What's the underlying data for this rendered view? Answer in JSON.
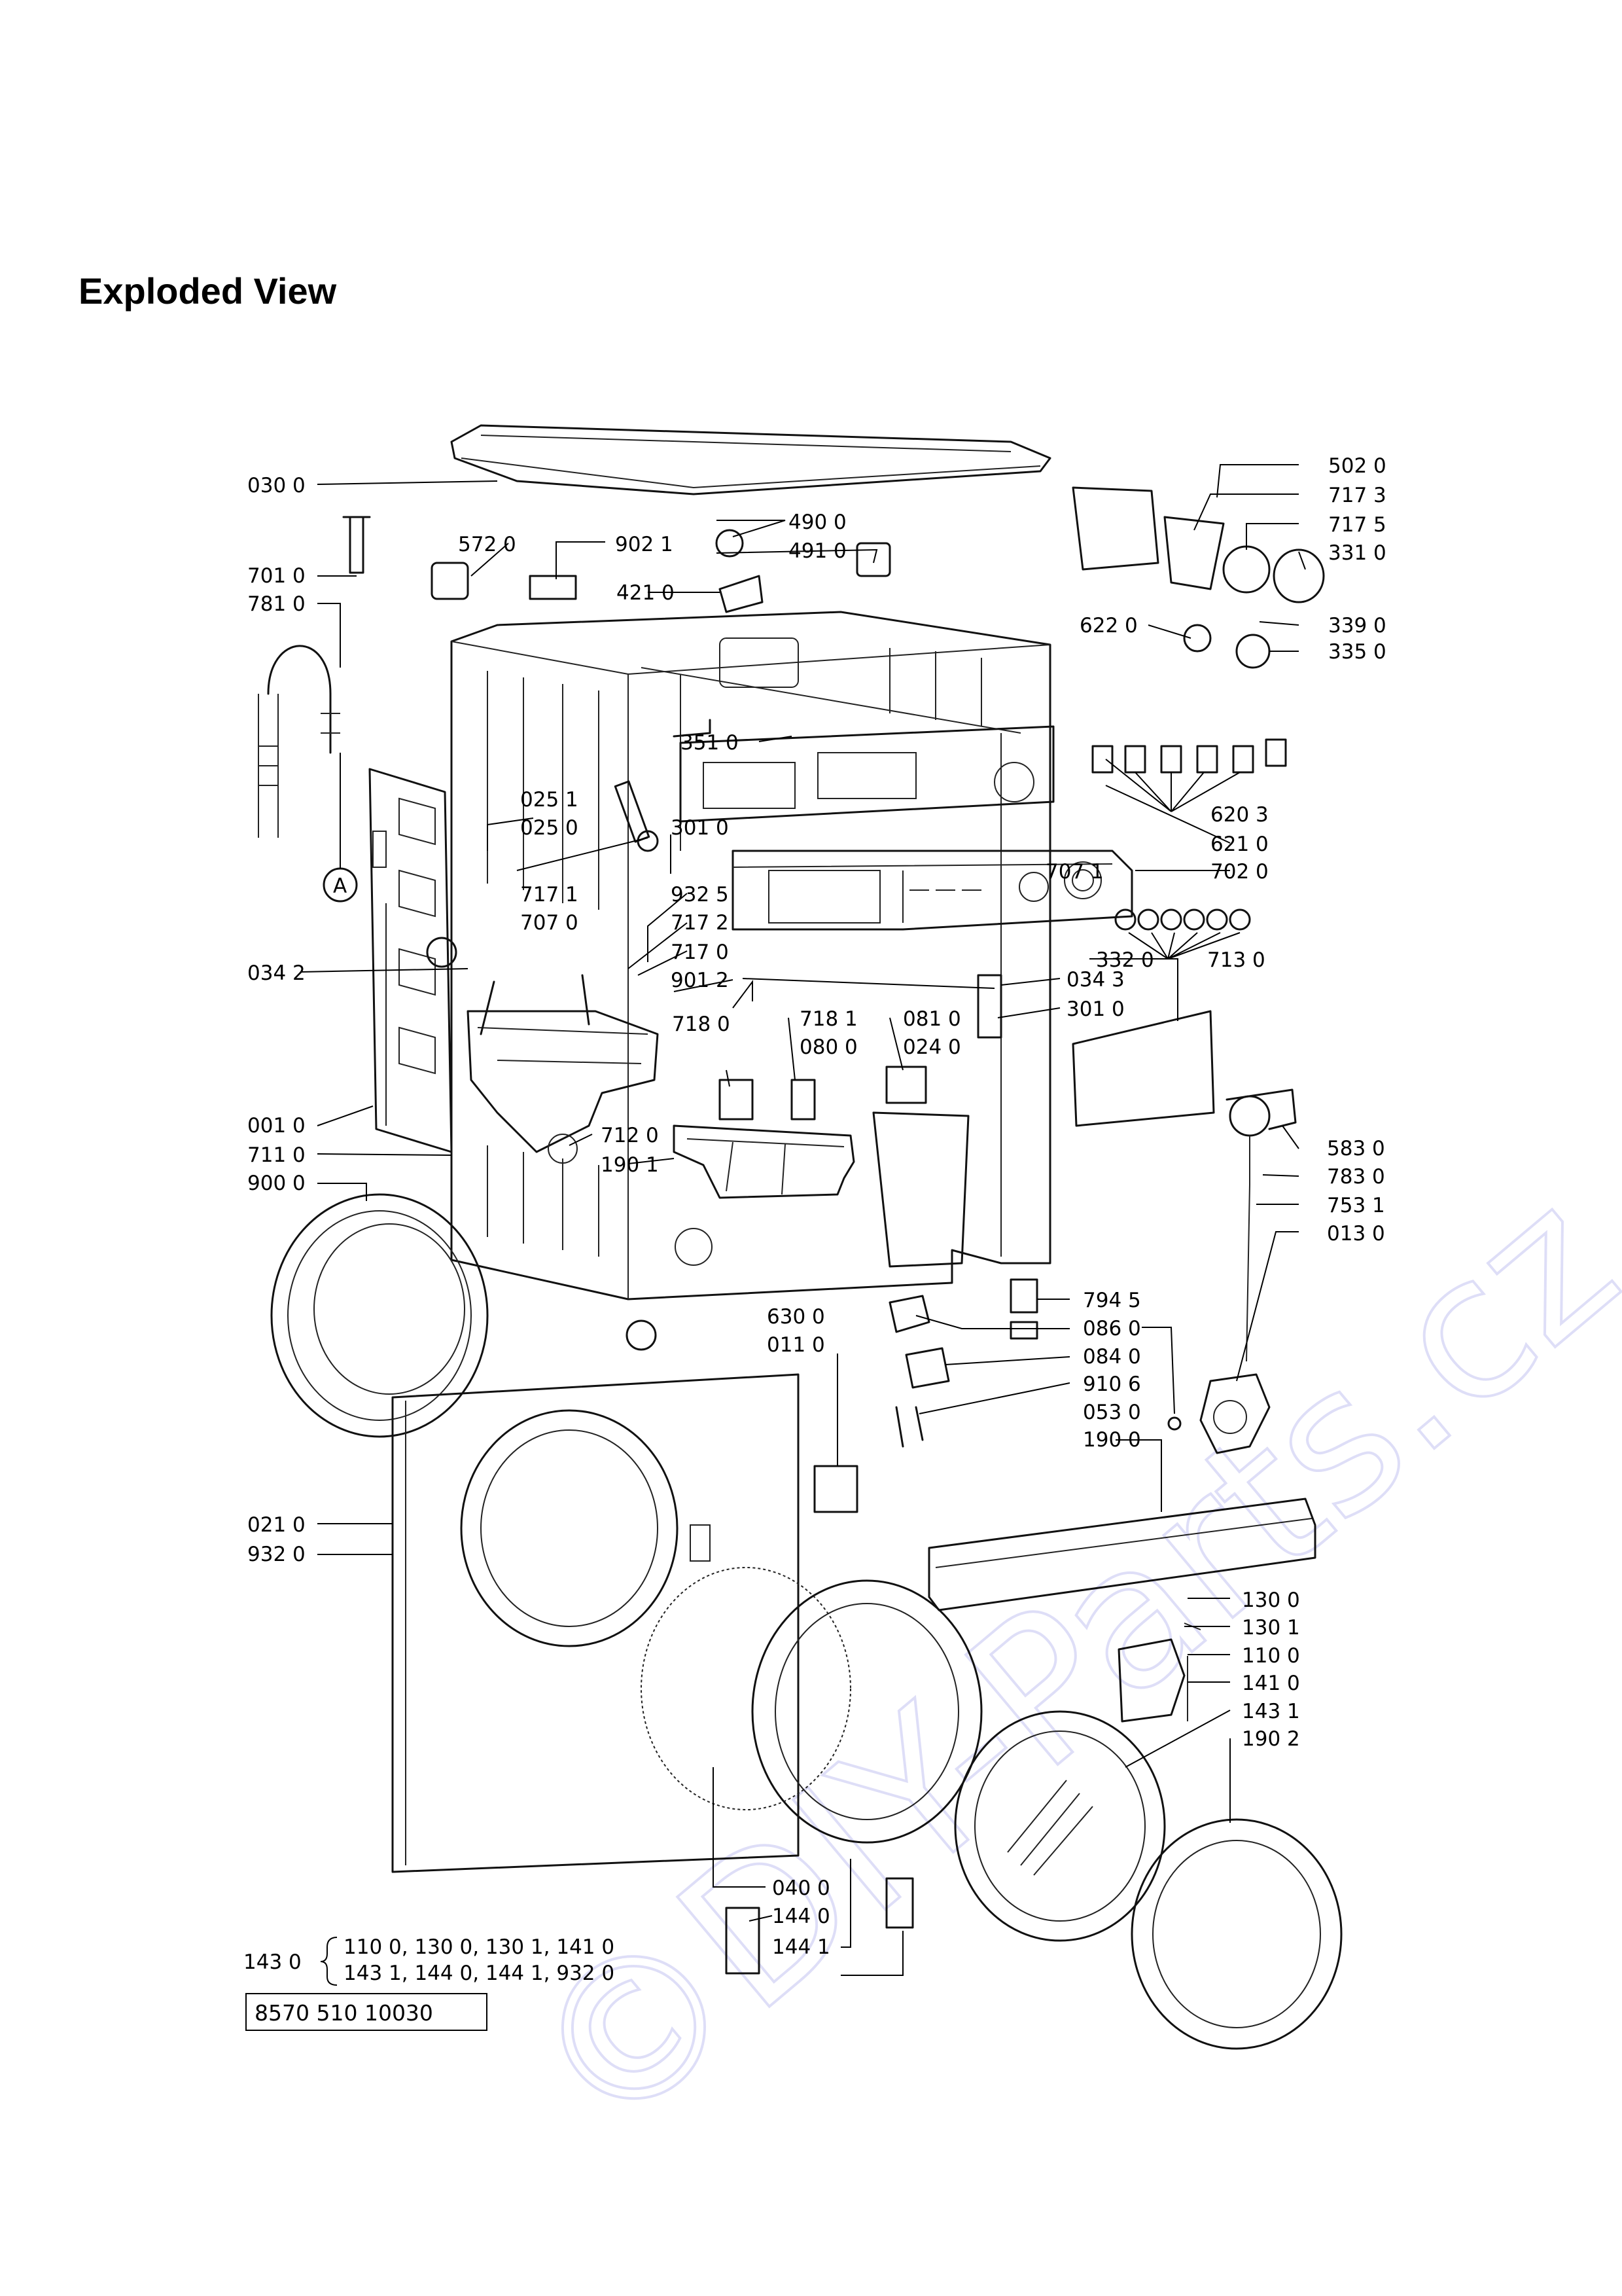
{
  "title": "Exploded View",
  "watermark": "©DIY-Parts.cz",
  "part_number": "8570 510 10030",
  "callouts": [
    "030 0",
    "572 0",
    "902 1",
    "490 0",
    "491 0",
    "421 0",
    "701 0",
    "781 0",
    "502 0",
    "717 3",
    "717 5",
    "331 0",
    "622 0",
    "339 0",
    "335 0",
    "351 0",
    "620 3",
    "621 0",
    "702 0",
    "025 1",
    "025 0",
    "301 0",
    "707 1",
    "717 1",
    "707 0",
    "932 5",
    "717 2",
    "717 0",
    "901 2",
    "034 2",
    "034 3",
    "301 0",
    "332 0",
    "713 0",
    "718 0",
    "718 1",
    "080 0",
    "081 0",
    "024 0",
    "001 0",
    "711 0",
    "712 0",
    "190 1",
    "900 0",
    "583 0",
    "783 0",
    "753 1",
    "013 0",
    "630 0",
    "011 0",
    "794 5",
    "086 0",
    "084 0",
    "910 6",
    "053 0",
    "190 0",
    "021 0",
    "932 0",
    "130 0",
    "130 1",
    "110 0",
    "141 0",
    "143 1",
    "190 2",
    "040 0",
    "144 0",
    "144 1"
  ],
  "kit": {
    "label": "143 0",
    "line1": "110 0, 130 0, 130 1, 141 0",
    "line2": "143 1, 144 0, 144 1, 932 0"
  },
  "misc_labels": {
    "marker_a": "A"
  }
}
